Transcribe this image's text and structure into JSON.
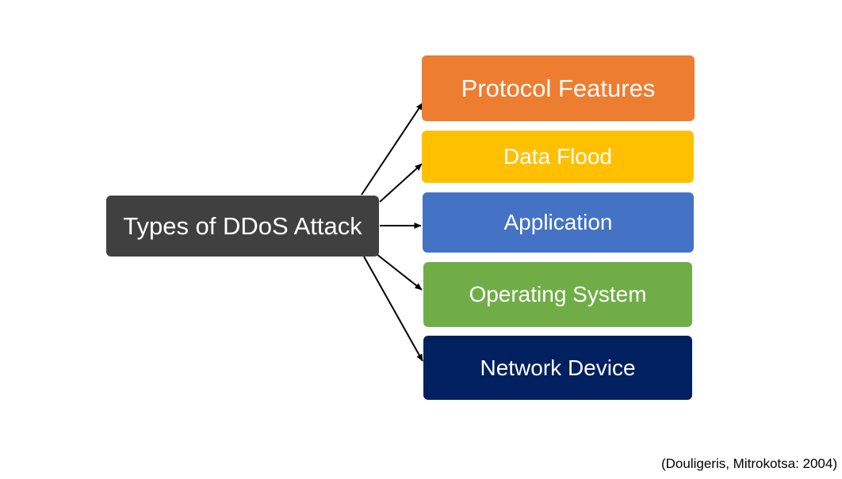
{
  "diagram": {
    "root": {
      "label": "Types of DDoS Attack",
      "color": "#404040"
    },
    "children": [
      {
        "label": "Protocol Features",
        "color": "#ED7D31"
      },
      {
        "label": "Data Flood",
        "color": "#FFC000"
      },
      {
        "label": "Application",
        "color": "#4472C4"
      },
      {
        "label": "Operating System",
        "color": "#70AD47"
      },
      {
        "label": "Network Device",
        "color": "#002060"
      }
    ],
    "edge_color": "#000000"
  },
  "citation": "(Douligeris, Mitrokotsa: 2004)"
}
